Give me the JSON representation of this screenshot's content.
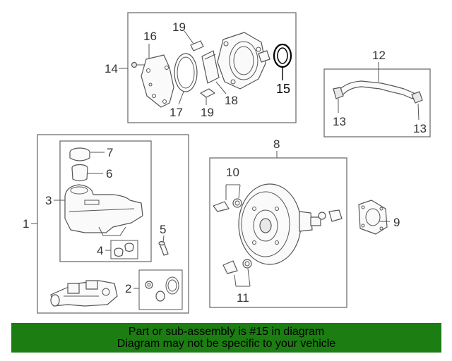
{
  "callouts": {
    "n1": "1",
    "n2": "2",
    "n3": "3",
    "n4": "4",
    "n5": "5",
    "n6": "6",
    "n7": "7",
    "n8": "8",
    "n9": "9",
    "n10": "10",
    "n11": "11",
    "n12": "12",
    "n13a": "13",
    "n13b": "13",
    "n14": "14",
    "n15": "15",
    "n16": "16",
    "n17": "17",
    "n18": "18",
    "n19a": "19",
    "n19b": "19"
  },
  "highlighted_part": "15",
  "colors": {
    "banner": "#1c7d12",
    "line": "#555555",
    "highlight": "#000000"
  },
  "banner": {
    "line1": "Part or sub-assembly is #15 in diagram",
    "line2": "Diagram may not be specific to your vehicle"
  }
}
